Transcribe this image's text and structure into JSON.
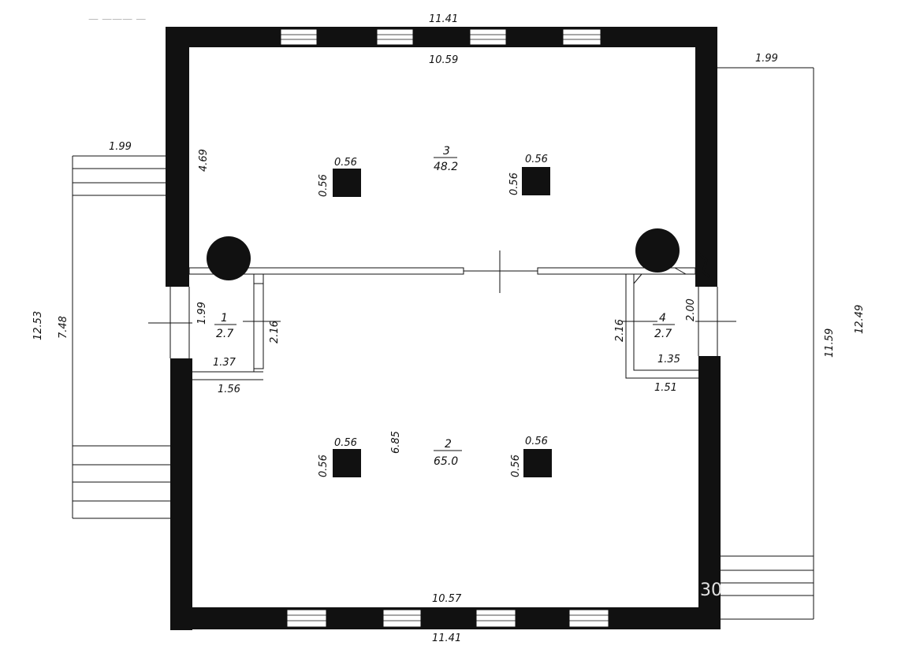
{
  "header": {
    "scribble": "— ——— —"
  },
  "dimensions": {
    "top_outer": "11.41",
    "top_inner": "10.59",
    "bottom_outer": "11.41",
    "bottom_inner": "10.57",
    "left_steps_width": "1.99",
    "right_steps_width": "1.99",
    "left_overall": "12.53",
    "left_steps_length": "7.48",
    "right_inner_height": "11.59",
    "right_overall": "12.49",
    "room3_height": "4.69",
    "room2_height": "6.85",
    "room1_height": "1.99",
    "room1_depth": "2.16",
    "room1_inner_width": "1.37",
    "room1_outer_width": "1.56",
    "room4_depth": "2.16",
    "room4_height": "2.00",
    "room4_inner_width": "1.35",
    "room4_outer_width": "1.51"
  },
  "columns": {
    "col_a_top": "0.56",
    "col_a_side": "0.56",
    "col_b_top": "0.56",
    "col_b_side": "0.56",
    "col_c_top": "0.56",
    "col_c_side": "0.56",
    "col_d_top": "0.56",
    "col_d_side": "0.56"
  },
  "rooms": [
    {
      "number": "1",
      "area": "2.7"
    },
    {
      "number": "2",
      "area": "65.0"
    },
    {
      "number": "3",
      "area": "48.2"
    },
    {
      "number": "4",
      "area": "2.7"
    }
  ],
  "watermark": {
    "text": "30"
  }
}
